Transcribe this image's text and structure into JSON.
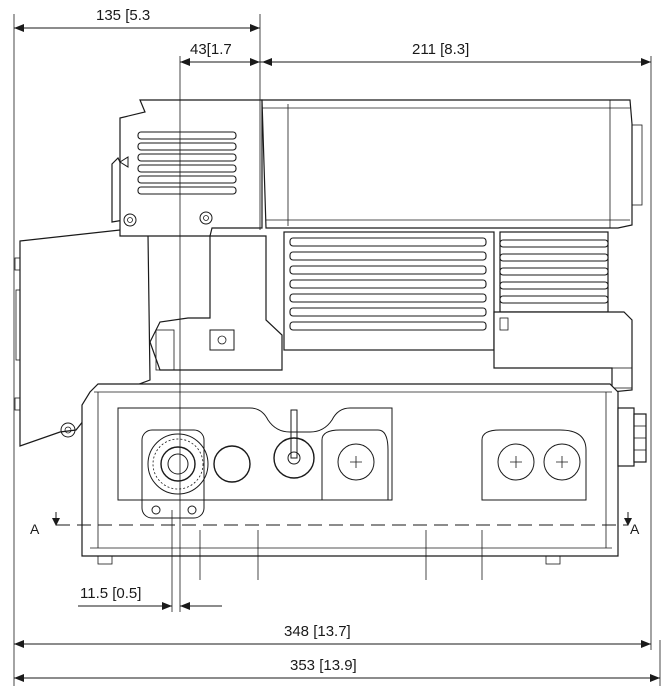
{
  "dimensions": {
    "top_overall": "135 [5.3",
    "top_offset": "43[1.7",
    "top_right": "211 [8.3]",
    "bottom_small": "11.5 [0.5]",
    "bottom_inner": "348 [13.7]",
    "bottom_overall": "353 [13.9]"
  },
  "section": {
    "left_label": "A",
    "right_label": "A"
  }
}
